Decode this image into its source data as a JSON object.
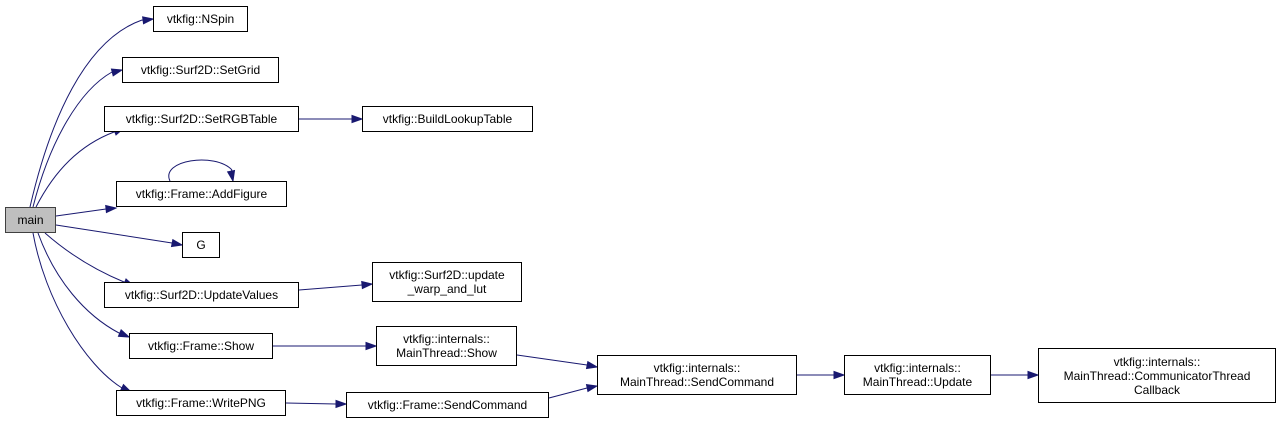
{
  "graph": {
    "edge_color": "#191970",
    "root_fill": "#bfbfbf",
    "nodes": {
      "main": "main",
      "nspin": "vtkfig::NSpin",
      "setgrid": "vtkfig::Surf2D::SetGrid",
      "setrgbtable": "vtkfig::Surf2D::SetRGBTable",
      "buildlookuptable": "vtkfig::BuildLookupTable",
      "addfigure": "vtkfig::Frame::AddFigure",
      "g": "G",
      "updatevalues": "vtkfig::Surf2D::UpdateValues",
      "update_warp": "vtkfig::Surf2D::update\n_warp_and_lut",
      "show": "vtkfig::Frame::Show",
      "mt_show": "vtkfig::internals::\nMainThread::Show",
      "writepng": "vtkfig::Frame::WritePNG",
      "sendcommand": "vtkfig::Frame::SendCommand",
      "mt_sendcommand": "vtkfig::internals::\nMainThread::SendCommand",
      "mt_update": "vtkfig::internals::\nMainThread::Update",
      "mt_callback": "vtkfig::internals::\nMainThread::CommunicatorThread\nCallback"
    }
  }
}
